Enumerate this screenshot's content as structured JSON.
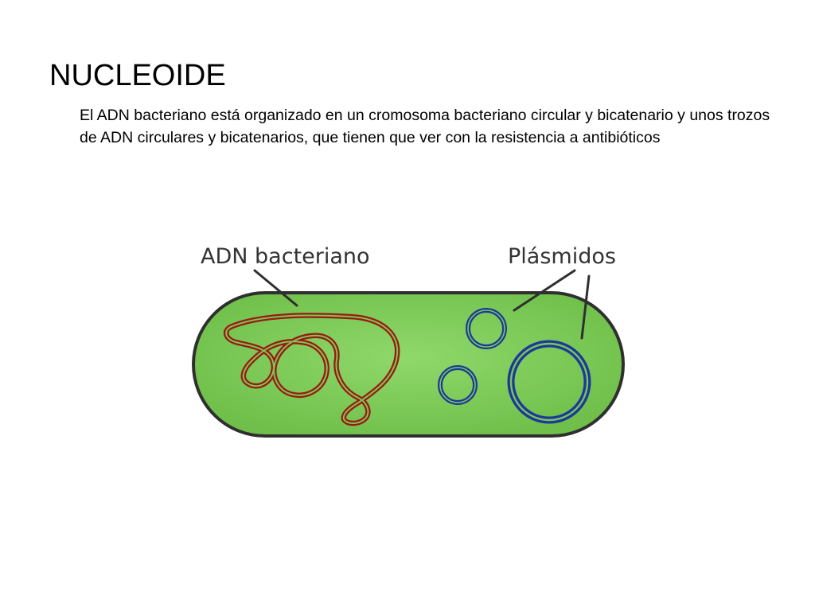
{
  "slide": {
    "title": "NUCLEOIDE",
    "body": "El ADN bacteriano está organizado en un cromosoma bacteriano circular y bicatenario y unos trozos de ADN circulares y bicatenarios, que tienen que ver con la resistencia a antibióticos"
  },
  "diagram": {
    "labels": {
      "bacterial_dna": "ADN bacteriano",
      "plasmids": "Plásmidos"
    },
    "colors": {
      "cell_fill": "#6fbf4a",
      "cell_highlight": "#8fd86a",
      "cell_outline": "#2f2f2f",
      "dna": "#9a1a10",
      "plasmid": "#1a3a9a",
      "leader_line": "#2f2f2f"
    },
    "plasmid_count": 3
  }
}
